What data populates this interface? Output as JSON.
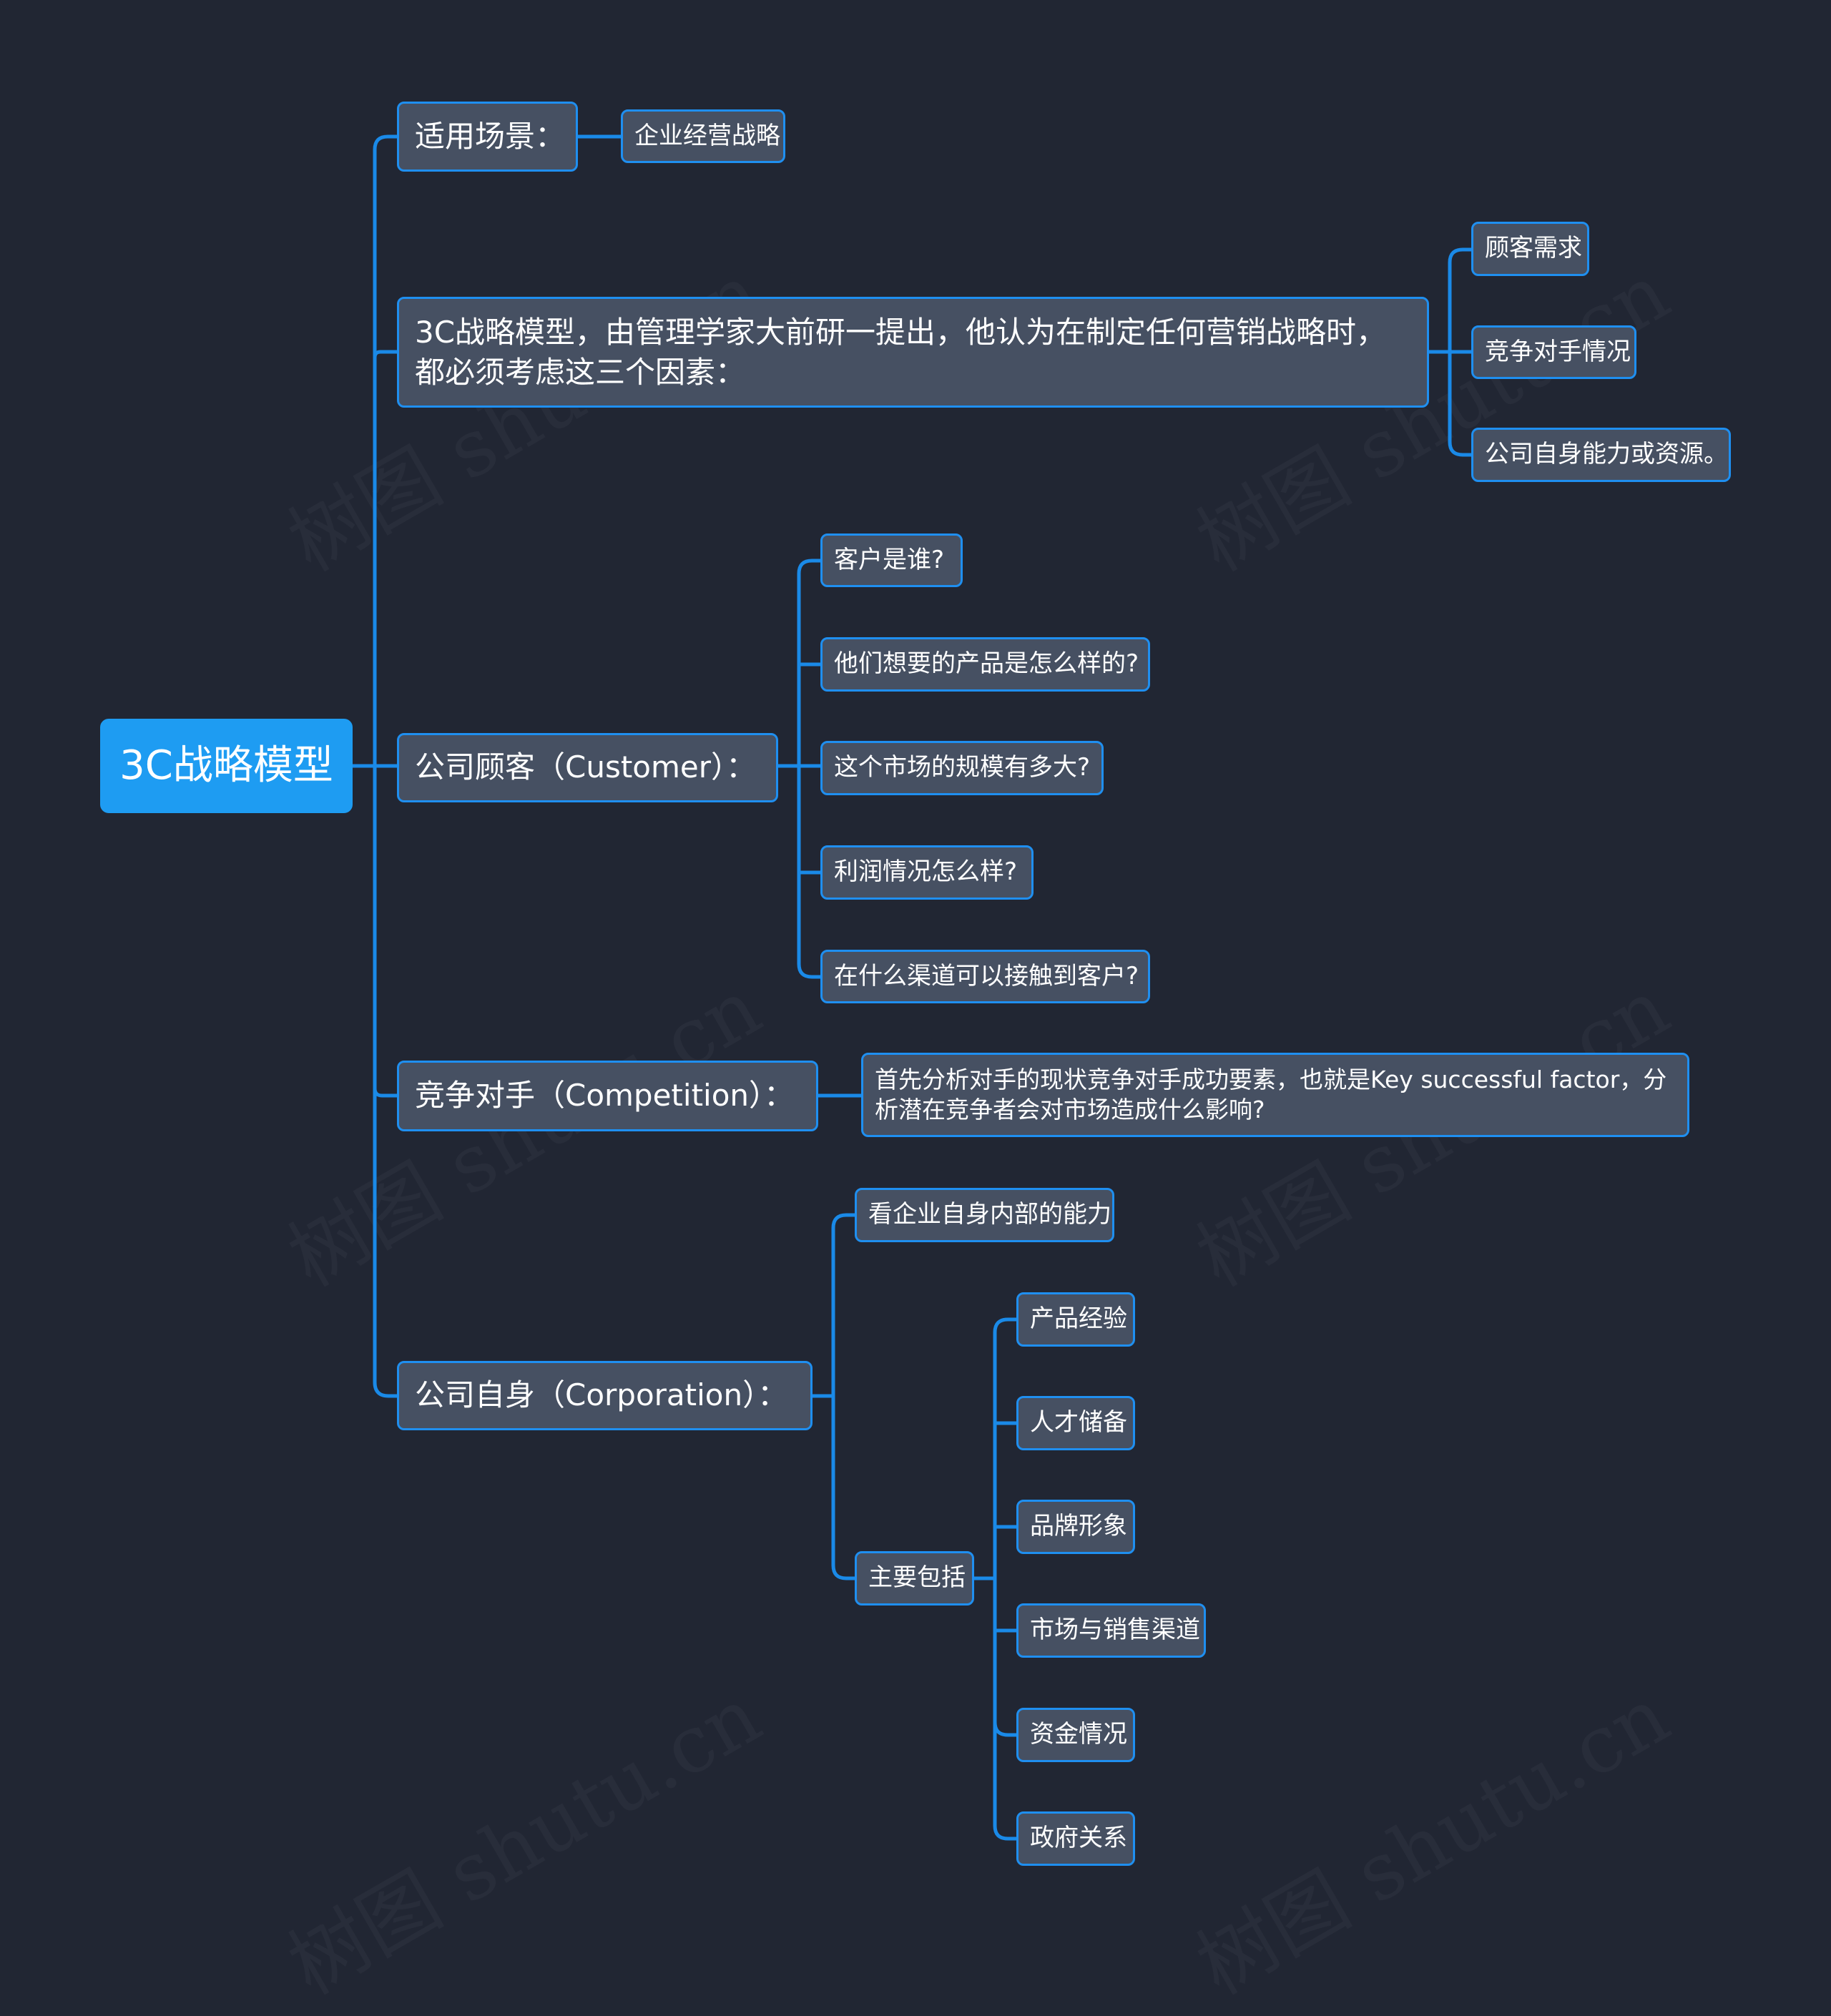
{
  "root": "3C战略模型",
  "branches": {
    "scene": {
      "label": "适用场景：",
      "children": [
        "企业经营战略"
      ]
    },
    "intro": {
      "label": "3C战略模型，由管理学家大前研一提出，他认为在制定任何营销战略时，都必须考虑这三个因素：",
      "children": [
        "顾客需求",
        "竞争对手情况",
        "公司自身能力或资源。"
      ]
    },
    "customer": {
      "label": "公司顾客（Customer）：",
      "children": [
        "客户是谁?",
        "他们想要的产品是怎么样的?",
        "这个市场的规模有多大?",
        "利润情况怎么样?",
        "在什么渠道可以接触到客户?"
      ]
    },
    "competition": {
      "label": "竞争对手（Competition）：",
      "children": [
        "首先分析对手的现状竞争对手成功要素，也就是Key successful factor，分析潜在竞争者会对市场造成什么影响?"
      ]
    },
    "corporation": {
      "label": "公司自身（Corporation）：",
      "children": [
        "看企业自身内部的能力",
        "主要包括"
      ],
      "main_items": [
        "产品经验",
        "人才储备",
        "品牌形象",
        "市场与销售渠道",
        "资金情况",
        "政府关系"
      ]
    }
  },
  "watermark": "树图 shutu.cn",
  "colors": {
    "background": "#212633",
    "node_fill": "#465062",
    "border": "#1f8ff0",
    "root": "#1e9cf2",
    "line": "#1a8ae8"
  }
}
